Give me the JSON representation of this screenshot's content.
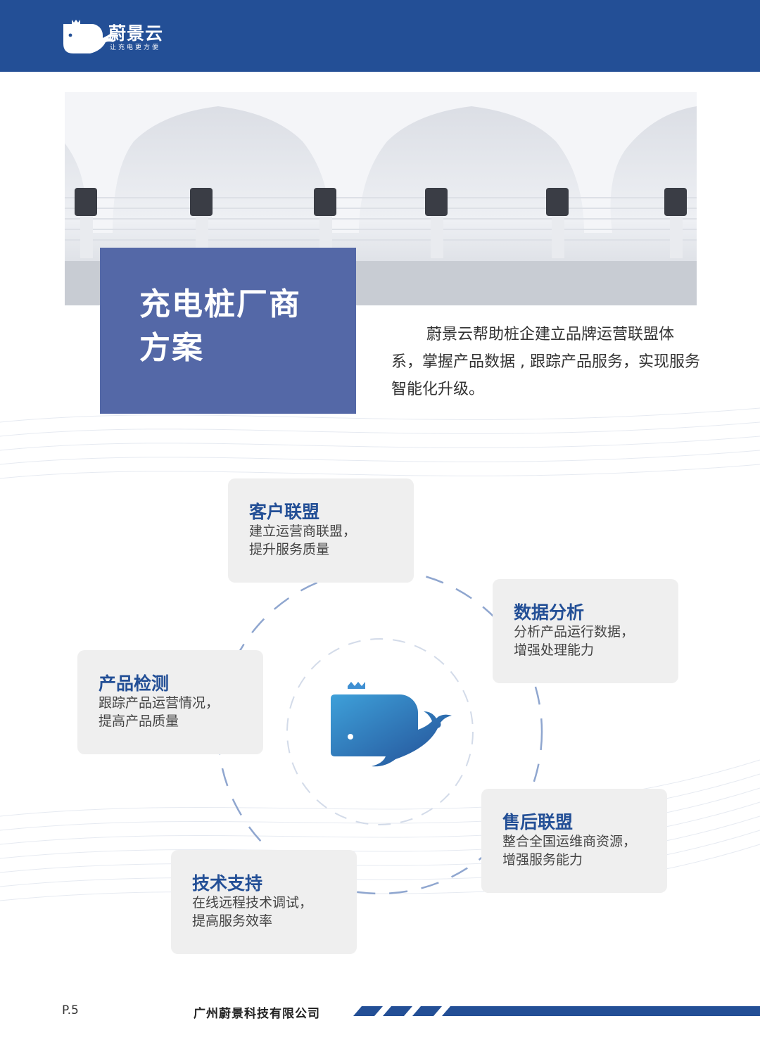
{
  "header": {
    "brand_name": "蔚景云",
    "brand_slogan": "让充电更方便",
    "bg_color": "#234f96"
  },
  "hero": {
    "title": "充电桩厂商方案",
    "title_line1": "充电桩厂商",
    "title_line2": "方案",
    "intro": "蔚景云帮助桩企建立品牌运营联盟体系，掌握产品数据 , 跟踪产品服务，实现服务智能化升级。",
    "box_color": "#5468a7"
  },
  "cards": [
    {
      "title": "客户联盟",
      "desc_line1": "建立运营商联盟，",
      "desc_line2": "提升服务质量"
    },
    {
      "title": "数据分析",
      "desc_line1": "分析产品运行数据，",
      "desc_line2": "增强处理能力"
    },
    {
      "title": "产品检测",
      "desc_line1": "跟踪产品运营情况，",
      "desc_line2": "提高产品质量"
    },
    {
      "title": "售后联盟",
      "desc_line1": "整合全国运维商资源，",
      "desc_line2": "增强服务能力"
    },
    {
      "title": "技术支持",
      "desc_line1": "在线远程技术调试，",
      "desc_line2": "提高服务效率"
    }
  ],
  "center_icon": "whale-logo-icon",
  "footer": {
    "page": "P.5",
    "company": "广州蔚景科技有限公司",
    "accent_color": "#234f96"
  }
}
